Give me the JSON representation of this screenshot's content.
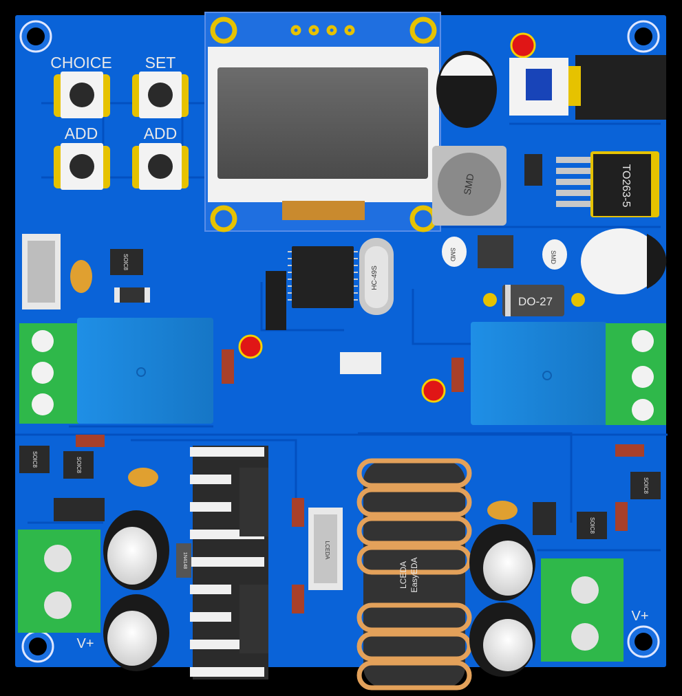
{
  "board": {
    "colors": {
      "background": "#000000",
      "board": "#0a63d8",
      "trace": "#0552c4",
      "copper": "#e6c200",
      "terminal": "#2fb84a",
      "relay": "#1e8fe3",
      "led": "#e01616",
      "cap": "#1a1a1a",
      "coil": "#e3a15a",
      "inductor_core": "#333333"
    }
  },
  "buttons": [
    {
      "label": "CHOICE"
    },
    {
      "label": "SET"
    },
    {
      "label": "ADD"
    },
    {
      "label": "ADD"
    }
  ],
  "components": {
    "regulator_label": "TO263-5",
    "diode_label": "DO-27",
    "inductor_label": "SMD",
    "chip_label_left": "SOIC8",
    "chip_label_1": "SOIC8",
    "chip_label_2": "SOIC8",
    "chip_label_3": "SOIC8",
    "chip_label_4": "SOIC8",
    "crystal_label": "HC-49S",
    "header_label": "LCEDA",
    "coil_label_1": "LCEDA",
    "coil_label_2": "EasyEDA",
    "cap_label_1": "SMD",
    "cap_label_2": "SMD",
    "diode_small_label": "1N4148"
  },
  "terminals": {
    "left_label": "V+",
    "right_label": "V+"
  }
}
